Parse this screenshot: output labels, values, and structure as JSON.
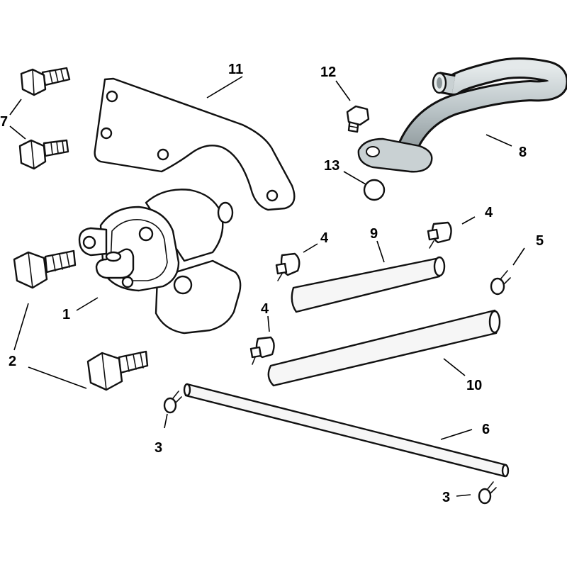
{
  "callouts": {
    "p1": "1",
    "p2": "2",
    "p3a": "3",
    "p3b": "3",
    "p4a": "4",
    "p4b": "4",
    "p4c": "4",
    "p5": "5",
    "p6": "6",
    "p7": "7",
    "p8": "8",
    "p9": "9",
    "p10": "10",
    "p11": "11",
    "p12": "12",
    "p13": "13"
  },
  "colors": {
    "line": "#111111",
    "background": "#ffffff",
    "pipe_fill": "#c9d1d3",
    "pipe_shade": "#8d979a"
  }
}
